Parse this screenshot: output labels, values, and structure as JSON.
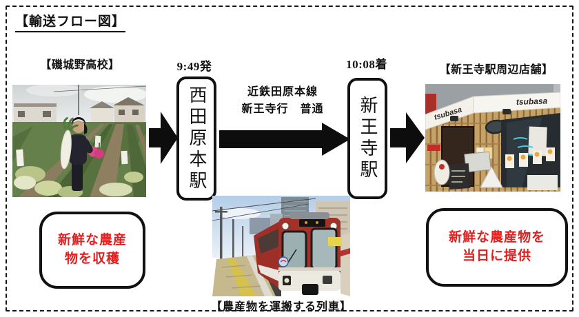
{
  "diagram": {
    "title": "【輸送フロー図】",
    "source": {
      "label": "【磯城野高校】",
      "note_line1": "新鮮な農産",
      "note_line2": "物を収穫"
    },
    "departure": {
      "time": "9:49発",
      "station": "西田原本駅"
    },
    "route": {
      "line1": "近鉄田原本線",
      "line2": "新王寺行　普通"
    },
    "arrival": {
      "time": "10:08着",
      "station": "新王寺駅"
    },
    "destination": {
      "label": "【新王寺駅周辺店舗】",
      "note_line1": "新鮮な農産物を",
      "note_line2": "当日に提供"
    },
    "train_caption": "【農産物を運搬する列車】",
    "shop_awning_text": "tsubasa",
    "colors": {
      "note_text_red": "#e02020",
      "outline_black": "#111111"
    }
  }
}
